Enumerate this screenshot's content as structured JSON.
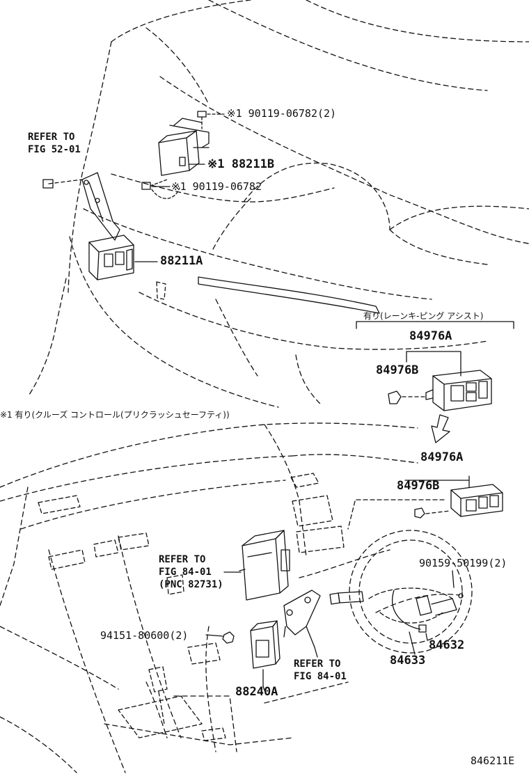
{
  "labels": {
    "bolt_top": "※1 90119-06782(2)",
    "sensor_b": "※1 88211B",
    "bolt_mid": "※1 90119-06782",
    "refer_top_1": "REFER TO",
    "refer_top_2": "FIG 52-01",
    "sensor_a": "88211A",
    "rls_header": "有り(レーンキ-ピング アシスト)",
    "sw_a_top": "84976A",
    "sw_b_top": "84976B",
    "sw_a_bottom": "84976A",
    "sw_b_bottom": "84976B",
    "footnote": "※1 有り(クルーズ コントロール(プリクラッシュセーフティ))",
    "refer_mid_1": "REFER TO",
    "refer_mid_2": "FIG 84-01",
    "refer_mid_3": "(PNC 82731)",
    "screw_right": "90159-50199(2)",
    "nut_left": "94151-80600(2)",
    "refer_bot_1": "REFER TO",
    "refer_bot_2": "FIG 84-01",
    "ecu": "88240A",
    "harness_a": "84632",
    "harness_b": "84633",
    "diagram_code": "846211E"
  }
}
